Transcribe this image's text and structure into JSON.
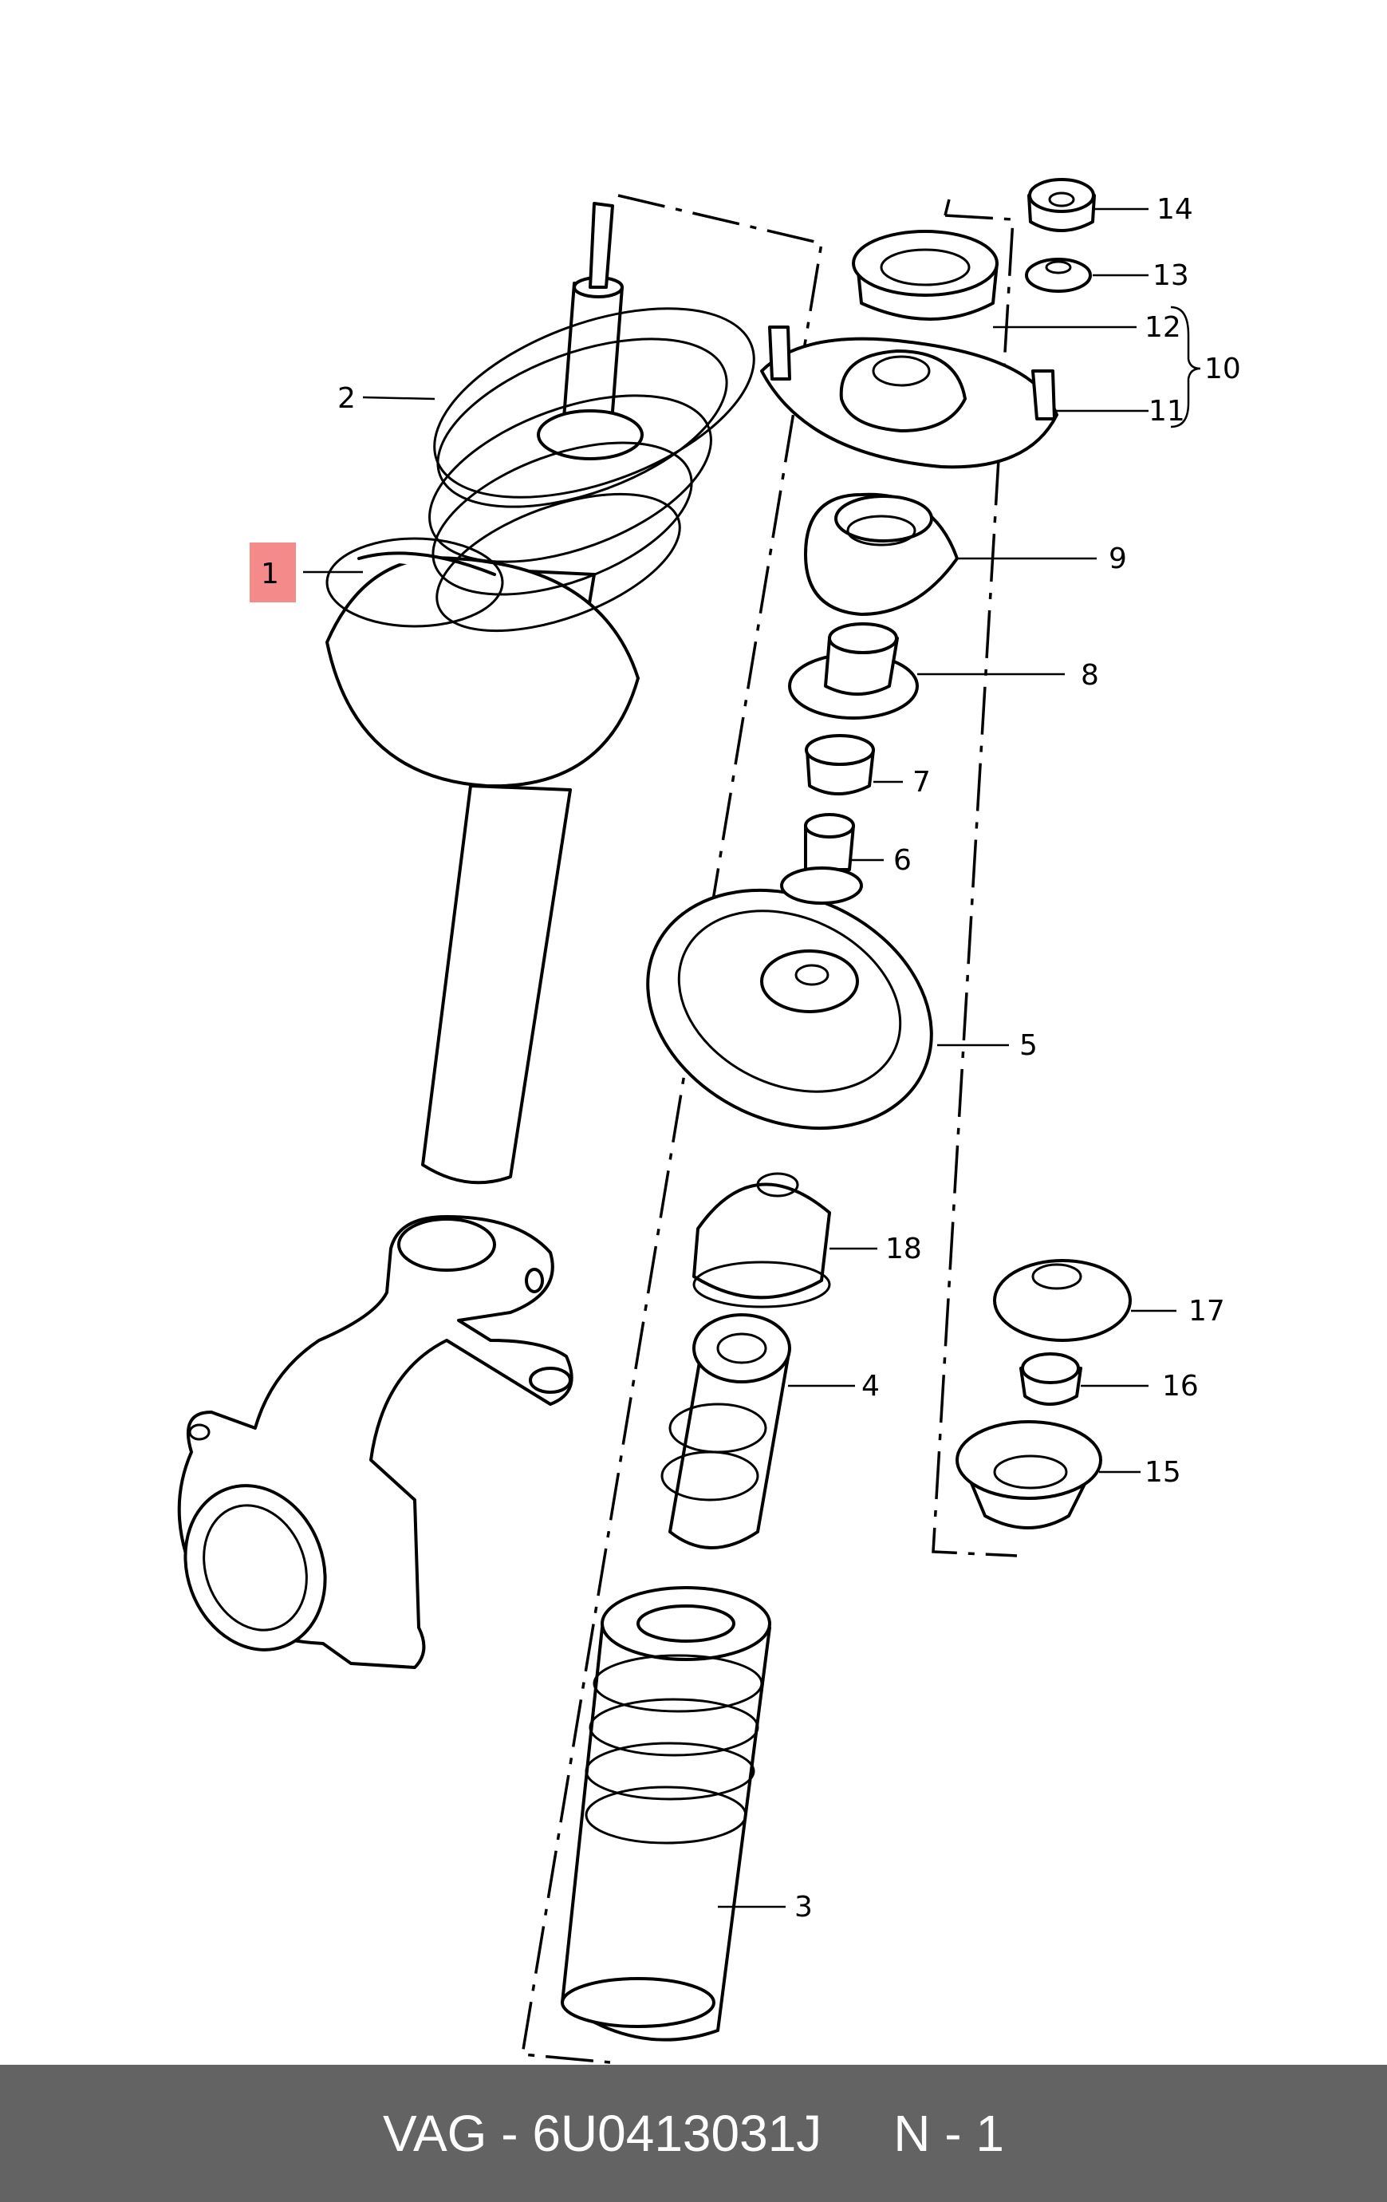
{
  "callouts": {
    "c1": "1",
    "c2": "2",
    "c3": "3",
    "c4": "4",
    "c5": "5",
    "c6": "6",
    "c7": "7",
    "c8": "8",
    "c9": "9",
    "c10": "10",
    "c11": "11",
    "c12": "12",
    "c13": "13",
    "c14": "14",
    "c15": "15",
    "c16": "16",
    "c17": "17",
    "c18": "18"
  },
  "highlighted_callout": "1",
  "highlight_color": "#f58a8a",
  "footer": {
    "part_number": "VAG - 6U0413031J",
    "position": "N - 1",
    "background": "#636363"
  }
}
